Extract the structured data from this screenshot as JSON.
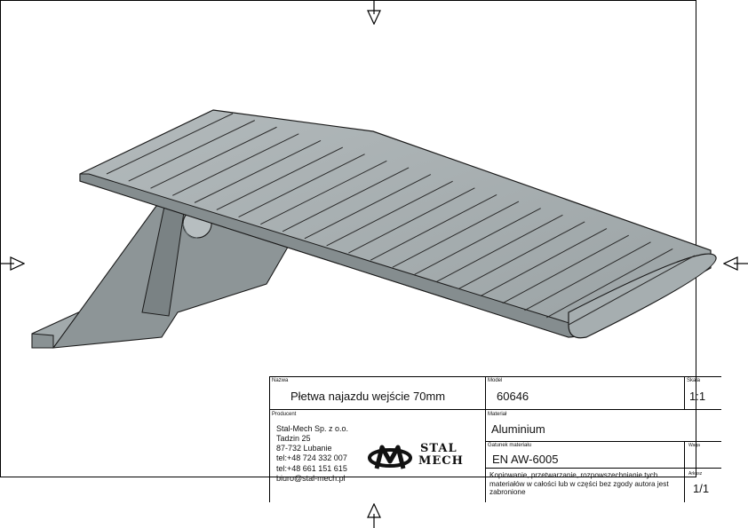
{
  "title_block": {
    "name": {
      "label": "Nazwa",
      "value": "Płetwa najazdu wejście 70mm"
    },
    "model": {
      "label": "Model",
      "value": "60646"
    },
    "scale": {
      "label": "Skala",
      "value": "1:1"
    },
    "producer": {
      "label": "Producent",
      "lines": [
        "Stal-Mech Sp. z o.o.",
        "Tadzin 25",
        "87-732 Lubanie",
        "tel:+48 724 332 007",
        "tel:+48 661 151 615",
        "biuro@stal-mech.pl"
      ]
    },
    "material": {
      "label": "Materiał",
      "value": "Aluminium"
    },
    "material_grade": {
      "label": "Gatunek materiału",
      "value": "EN AW-6005"
    },
    "weight": {
      "label": "Waga",
      "value": ""
    },
    "copyright_note": "Kopiowanie, przetwarzanie, rozpowszechnianie tych materiałów w całości lub w części bez zgody autora jest zabronione",
    "sheet": {
      "label": "Arkusz",
      "value": "1/1"
    },
    "logo": {
      "monogram": "M",
      "line1": "STAL",
      "line2": "MECH"
    }
  },
  "colors": {
    "part_top": "#a9b1b3",
    "part_side": "#8a9294",
    "part_dark": "#6f7779",
    "outline": "#1a1a1a"
  }
}
